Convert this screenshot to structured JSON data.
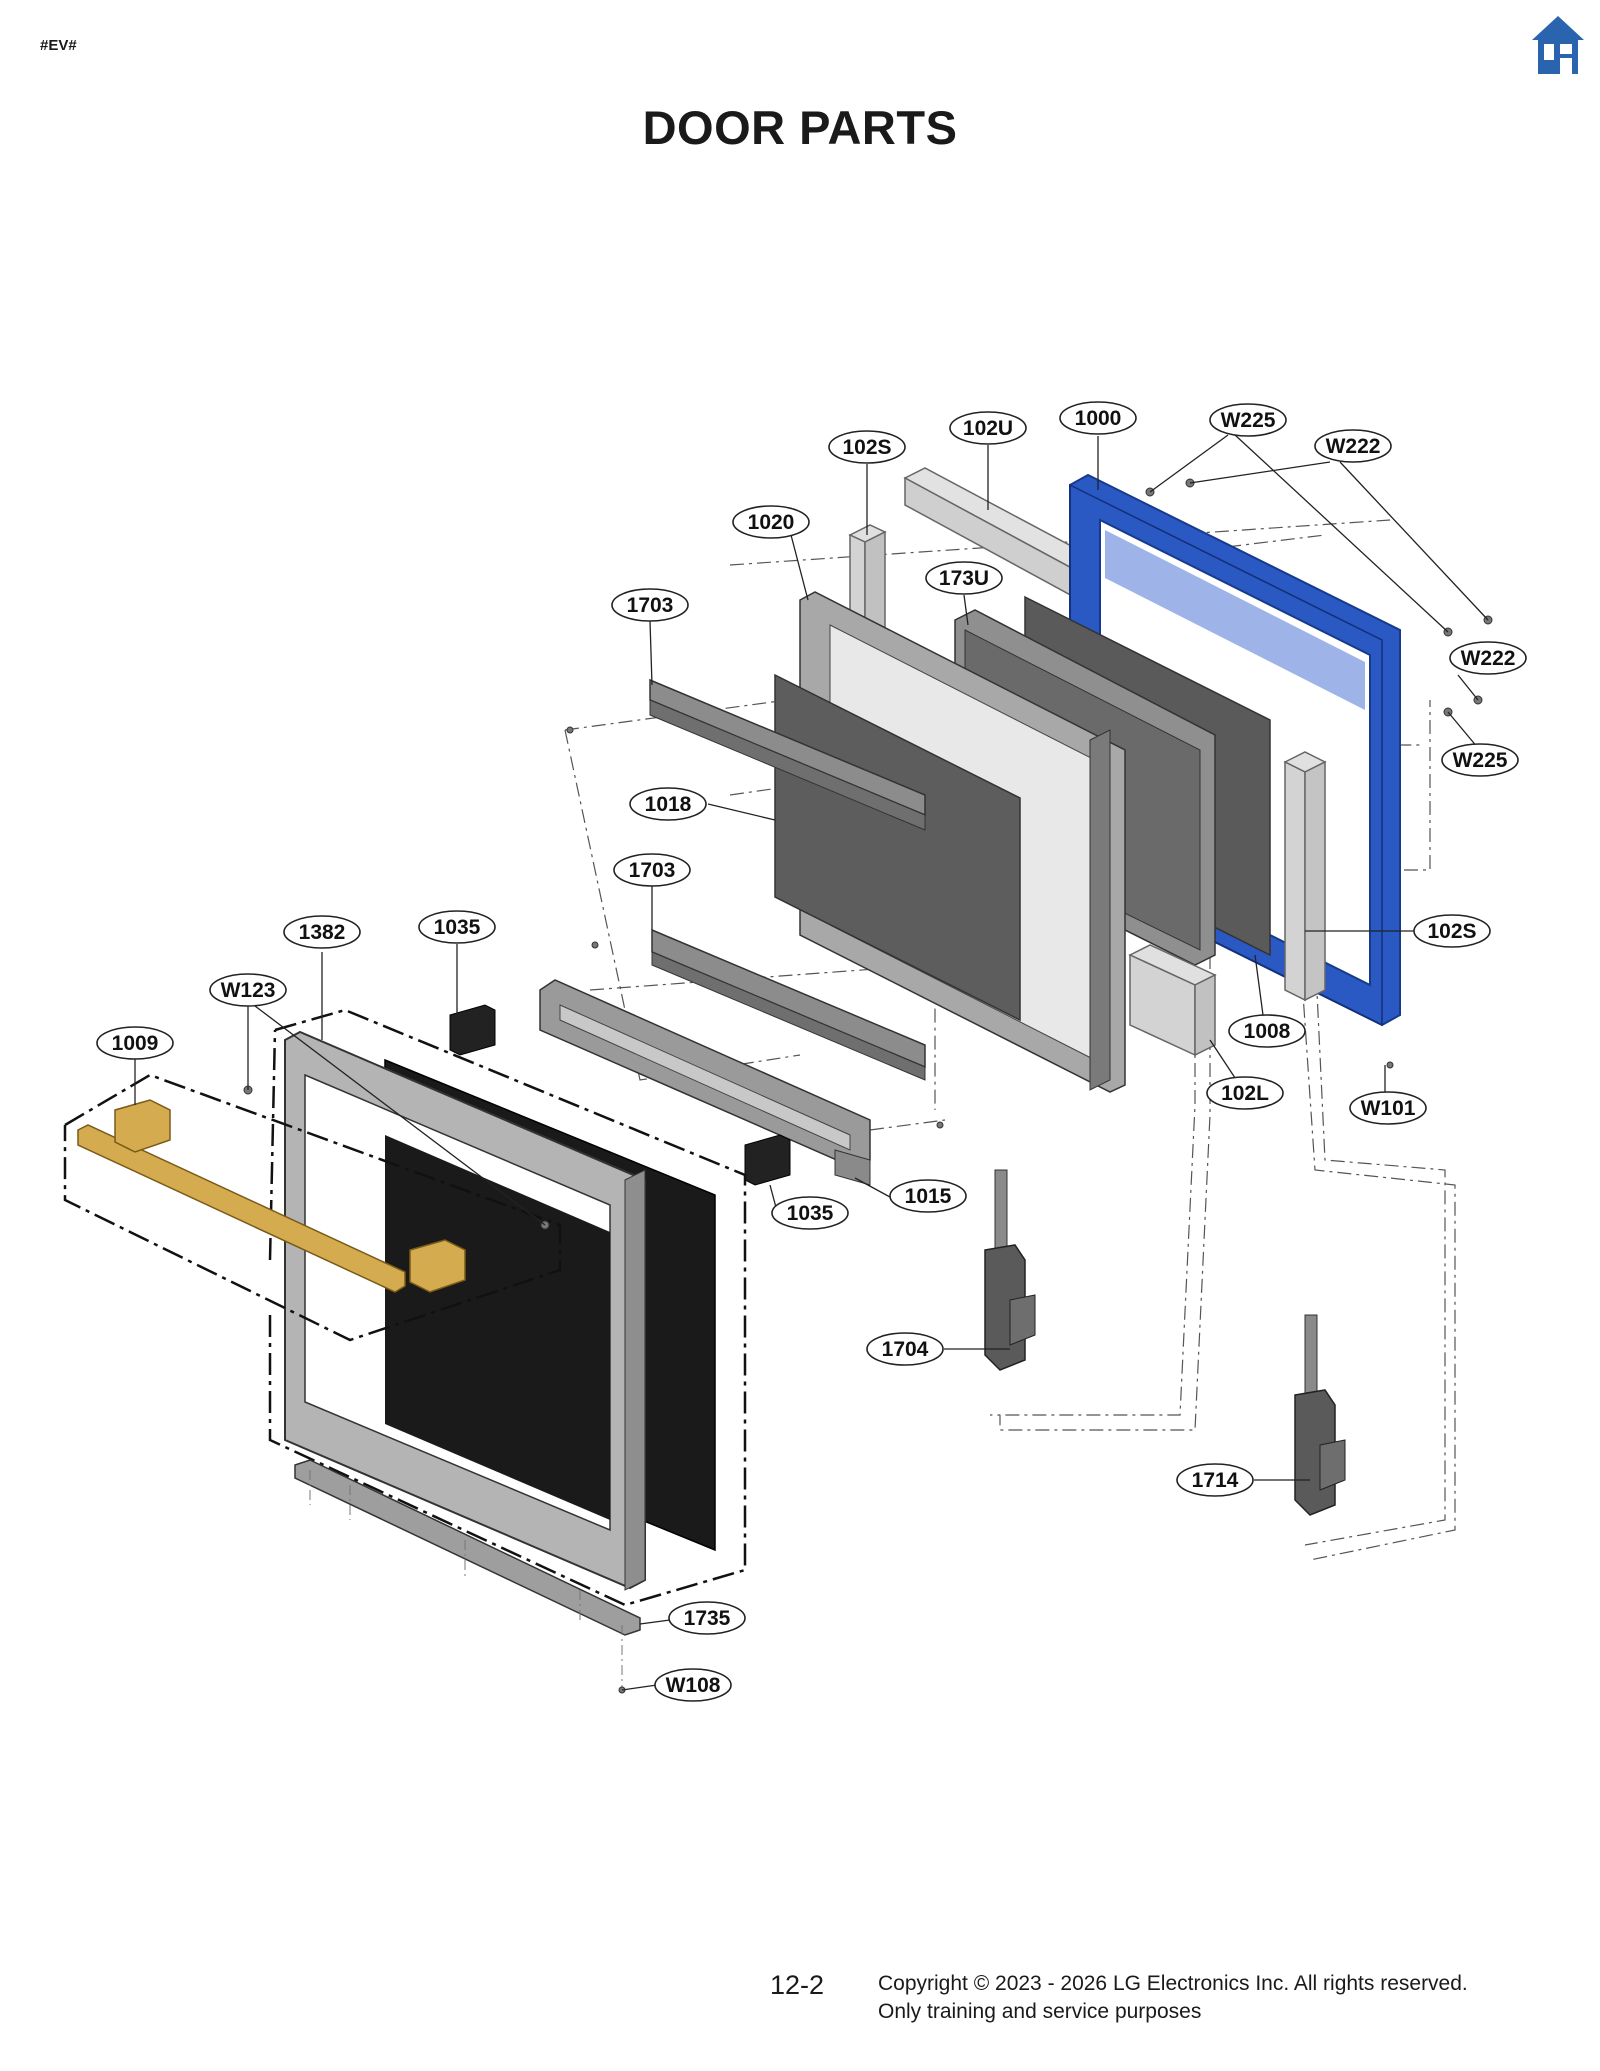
{
  "header": {
    "doc_code": "#EV#",
    "home_icon": "home-icon"
  },
  "title": "DOOR PARTS",
  "colors": {
    "door_frame_blue": "#2a59c4",
    "handle_gold": "#d4ab4e",
    "glass_dark": "#5a5a5a",
    "panel_black": "#1a1a1a",
    "callout_stroke": "#222222",
    "home_icon_blue": "#2b64ae"
  },
  "parts": [
    {
      "id": "1000",
      "label": "1000"
    },
    {
      "id": "102U",
      "label": "102U"
    },
    {
      "id": "102S-top",
      "label": "102S"
    },
    {
      "id": "W225-top",
      "label": "W225"
    },
    {
      "id": "W222-top",
      "label": "W222"
    },
    {
      "id": "1020",
      "label": "1020"
    },
    {
      "id": "173U",
      "label": "173U"
    },
    {
      "id": "1703-top",
      "label": "1703"
    },
    {
      "id": "W222-right",
      "label": "W222"
    },
    {
      "id": "W225-right",
      "label": "W225"
    },
    {
      "id": "1018",
      "label": "1018"
    },
    {
      "id": "1703-mid",
      "label": "1703"
    },
    {
      "id": "102S-right",
      "label": "102S"
    },
    {
      "id": "1382",
      "label": "1382"
    },
    {
      "id": "1035-top",
      "label": "1035"
    },
    {
      "id": "W123",
      "label": "W123"
    },
    {
      "id": "1008",
      "label": "1008"
    },
    {
      "id": "1009",
      "label": "1009"
    },
    {
      "id": "102L",
      "label": "102L"
    },
    {
      "id": "W101",
      "label": "W101"
    },
    {
      "id": "1015",
      "label": "1015"
    },
    {
      "id": "1035-bottom",
      "label": "1035"
    },
    {
      "id": "1704",
      "label": "1704"
    },
    {
      "id": "1714",
      "label": "1714"
    },
    {
      "id": "1735",
      "label": "1735"
    },
    {
      "id": "W108",
      "label": "W108"
    }
  ],
  "footer": {
    "page_number": "12-2",
    "copyright_line1": "Copyright © 2023 - 2026 LG Electronics Inc. All rights reserved.",
    "copyright_line2": "Only training and service purposes"
  }
}
